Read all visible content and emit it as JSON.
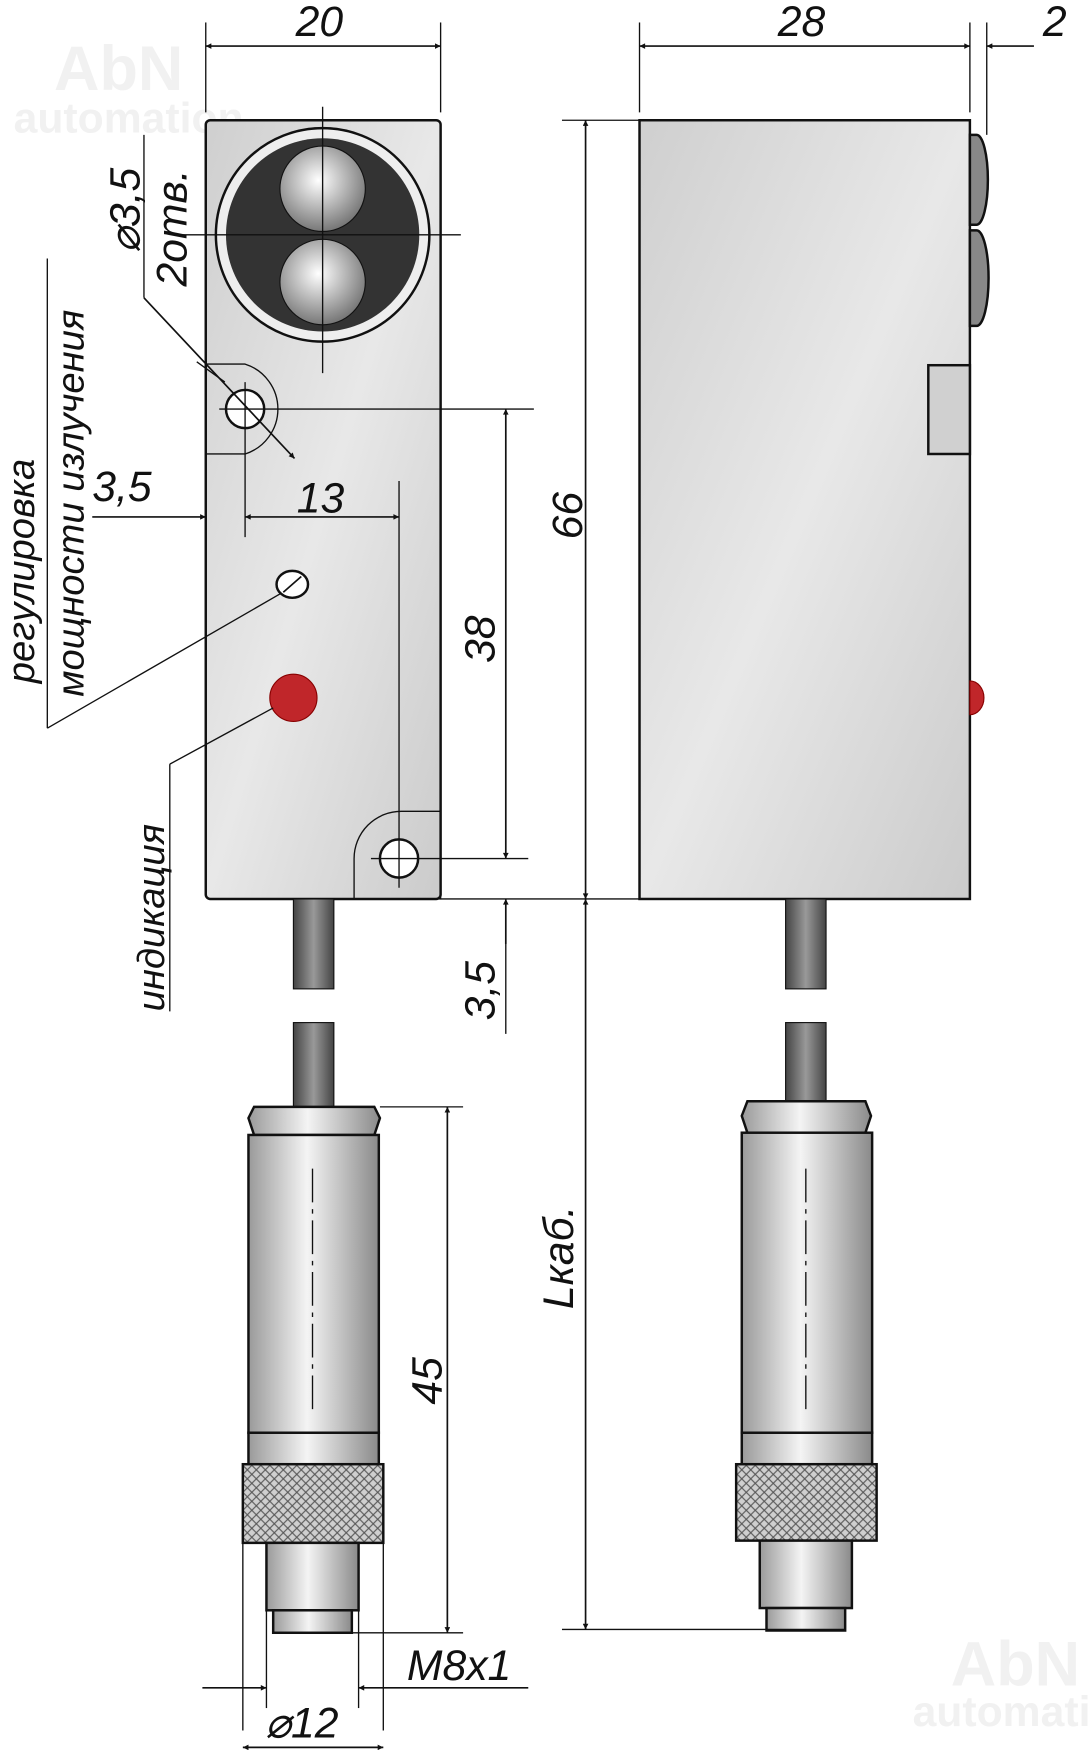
{
  "watermark": {
    "brand": "AbN",
    "sub": "automation"
  },
  "dimensions": {
    "width_front": "20",
    "width_side": "28",
    "lens_protrusion": "2",
    "hole_diameter": "⌀3,5",
    "hole_count": "2отв.",
    "hole_offset": "3,5",
    "hole_spacing_h": "13",
    "hole_spacing_v": "38",
    "height": "66",
    "cable_offset": "3,5",
    "cable_length": "Lкаб.",
    "connector_length": "45",
    "thread": "M8x1",
    "connector_diameter": "⌀12"
  },
  "labels": {
    "adjust_line1": "регулировка",
    "adjust_line2": "мощности излучения",
    "indication": "индикация"
  },
  "colors": {
    "body": "#d9d9d9",
    "lens": "#333333",
    "led": "#c0262a"
  }
}
